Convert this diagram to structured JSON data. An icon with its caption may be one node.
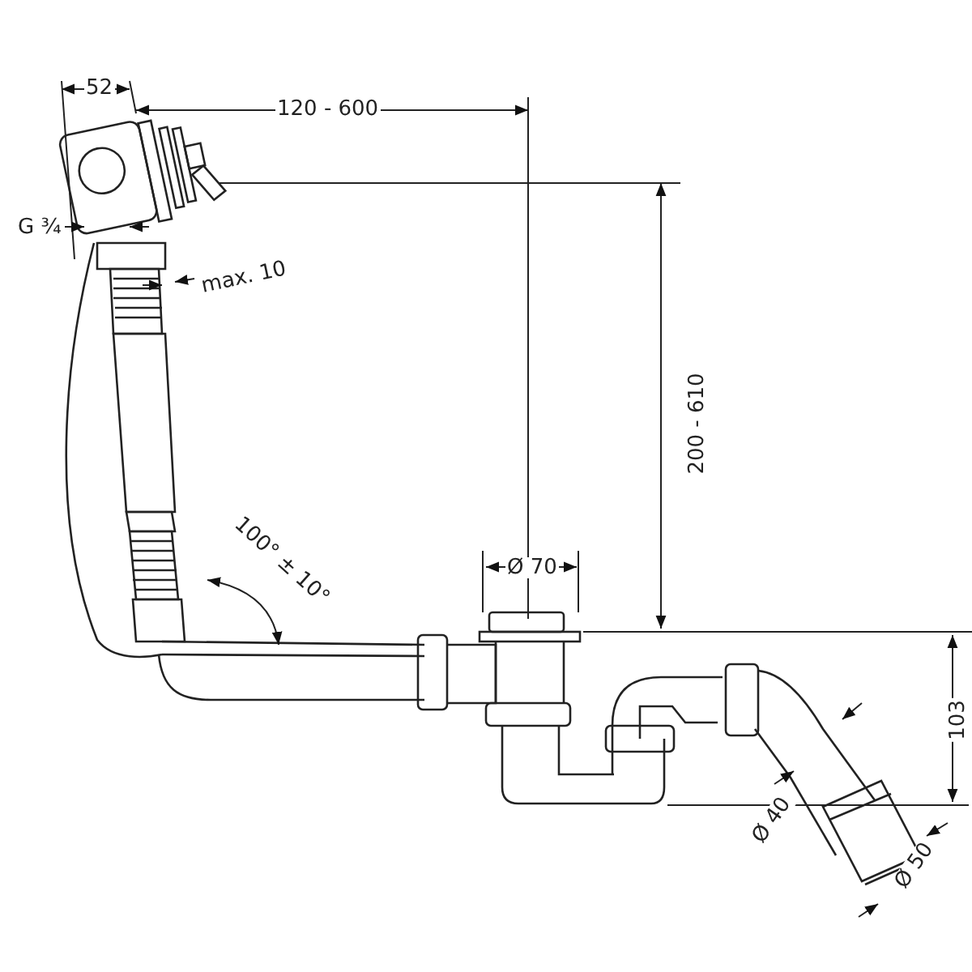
{
  "diagram": {
    "labels": [
      "52",
      "120 - 600",
      "G ¾",
      "max. 10",
      "200 - 610",
      "100° ± 10°",
      "Ø 70",
      "103",
      "Ø 40",
      "Ø 50"
    ]
  }
}
